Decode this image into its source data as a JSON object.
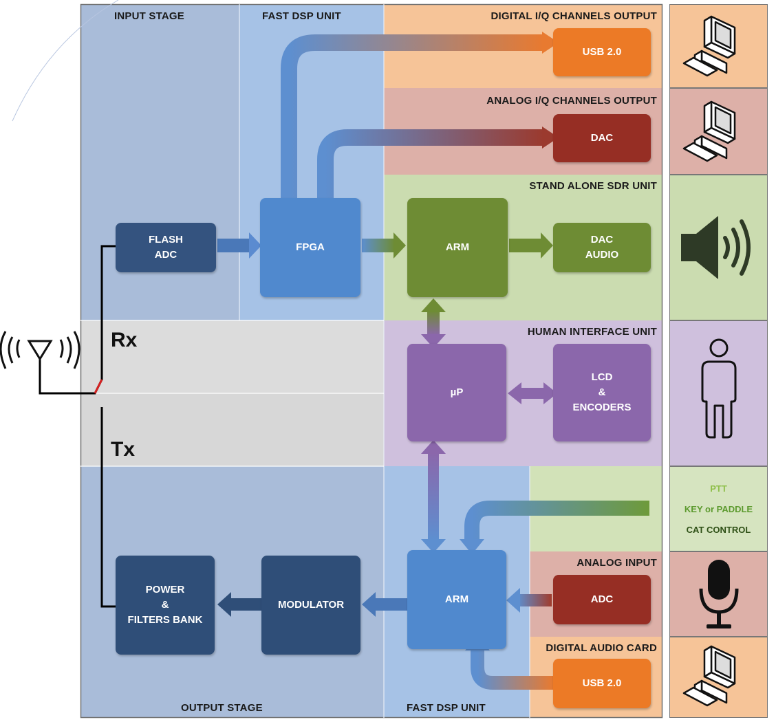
{
  "sections": {
    "input_stage": "INPUT STAGE",
    "fast_dsp_top": "FAST DSP UNIT",
    "digital_iq": "DIGITAL I/Q CHANNELS OUTPUT",
    "analog_iq": "ANALOG I/Q CHANNELS OUTPUT",
    "standalone": "STAND ALONE SDR UNIT",
    "human_interface": "HUMAN INTERFACE UNIT",
    "analog_input": "ANALOG INPUT",
    "digital_audio": "DIGITAL AUDIO CARD",
    "output_stage": "OUTPUT STAGE",
    "fast_dsp_bottom": "FAST DSP UNIT"
  },
  "blocks": {
    "flash_adc": "FLASH\nADC",
    "fpga": "FPGA",
    "usb_top": "USB 2.0",
    "dac_iq": "DAC",
    "arm_top": "ARM",
    "dac_audio": "DAC\nAUDIO",
    "up": "µP",
    "lcd": "LCD\n&\nENCODERS",
    "arm_bottom": "ARM",
    "adc": "ADC",
    "usb_bottom": "USB 2.0",
    "modulator": "MODULATOR",
    "power_filters": "POWER\n&\nFILTERS BANK"
  },
  "labels": {
    "rx": "Rx",
    "tx": "Tx"
  },
  "controls": {
    "ptt": "PTT",
    "key": "KEY or PADDLE",
    "cat": "CAT CONTROL"
  },
  "icons": [
    "antenna-icon",
    "computer-icon",
    "computer-icon",
    "speaker-icon",
    "person-icon",
    "microphone-icon",
    "computer-icon"
  ],
  "colors": {
    "input_bg": "#a9bcd9",
    "dsp_bg": "#a6c2e6",
    "digital_bg": "#f6c498",
    "analog_bg": "#ddb0a8",
    "green_bg": "#cbdcb0",
    "purple_bg": "#cfc0dd",
    "gray_bg": "#d9d9d9",
    "control_bg": "#d6e4c0",
    "dark_blue": "#2f4e78",
    "mid_blue": "#5089ce",
    "orange": "#ec7a26",
    "dark_red": "#962e24",
    "green": "#6e8c34",
    "purple": "#8b67ab"
  }
}
